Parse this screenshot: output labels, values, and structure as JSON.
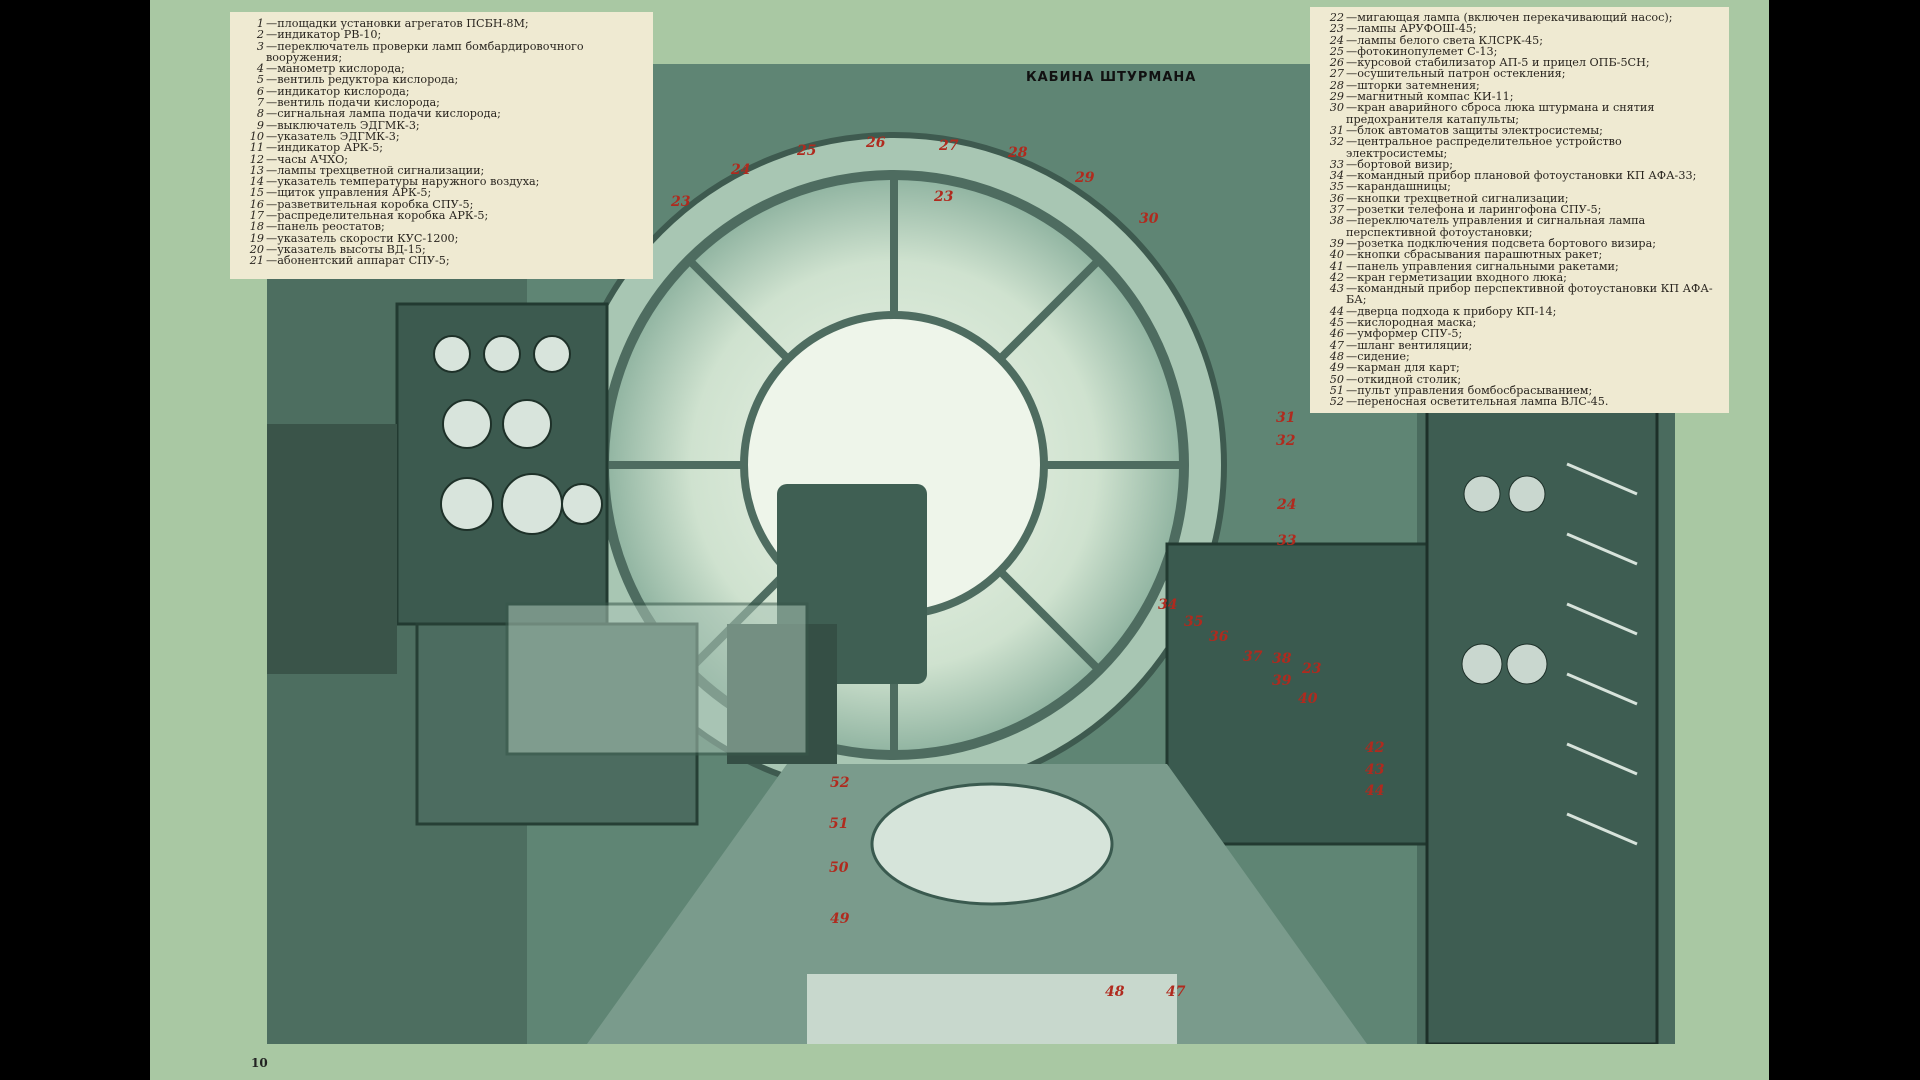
{
  "title": "КАБИНА ШТУРМАНА",
  "page_number": "10",
  "legend_left": [
    {
      "n": "1",
      "t": "—площадки установки агрегатов ПСБН-8М;"
    },
    {
      "n": "2",
      "t": "—индикатор РВ-10;"
    },
    {
      "n": "3",
      "t": "—переключатель проверки ламп бомбардировочного вооружения;"
    },
    {
      "n": "4",
      "t": "—манометр кислорода;"
    },
    {
      "n": "5",
      "t": "—вентиль редуктора кислорода;"
    },
    {
      "n": "6",
      "t": "—индикатор кислорода;"
    },
    {
      "n": "7",
      "t": "—вентиль подачи кислорода;"
    },
    {
      "n": "8",
      "t": "—сигнальная лампа подачи кислорода;"
    },
    {
      "n": "9",
      "t": "—выключатель ЭДГМК-3;"
    },
    {
      "n": "10",
      "t": "—указатель ЭДГМК-3;"
    },
    {
      "n": "11",
      "t": "—индикатор АРК-5;"
    },
    {
      "n": "12",
      "t": "—часы АЧХО;"
    },
    {
      "n": "13",
      "t": "—лампы трехцветной сигнализации;"
    },
    {
      "n": "14",
      "t": "—указатель температуры наружного воздуха;"
    },
    {
      "n": "15",
      "t": "—щиток управления АРК-5;"
    },
    {
      "n": "16",
      "t": "—разветвительная коробка СПУ-5;"
    },
    {
      "n": "17",
      "t": "—распределительная коробка АРК-5;"
    },
    {
      "n": "18",
      "t": "—панель реостатов;"
    },
    {
      "n": "19",
      "t": "—указатель скорости КУС-1200;"
    },
    {
      "n": "20",
      "t": "—указатель высоты ВД-15;"
    },
    {
      "n": "21",
      "t": "—абонентский аппарат СПУ-5;"
    }
  ],
  "legend_right": [
    {
      "n": "22",
      "t": "—мигающая лампа (включен перекачивающий насос);"
    },
    {
      "n": "23",
      "t": "—лампы АРУФОШ-45;"
    },
    {
      "n": "24",
      "t": "—лампы белого света КЛСРК-45;"
    },
    {
      "n": "25",
      "t": "—фотокинопулемет С-13;"
    },
    {
      "n": "26",
      "t": "—курсовой стабилизатор АП-5 и прицел ОПБ-5СН;"
    },
    {
      "n": "27",
      "t": "—осушительный патрон остекления;"
    },
    {
      "n": "28",
      "t": "—шторки затемнения;"
    },
    {
      "n": "29",
      "t": "—магнитный компас КИ-11;"
    },
    {
      "n": "30",
      "t": "—кран аварийного сброса люка штурмана и снятия предохранителя катапульты;"
    },
    {
      "n": "31",
      "t": "—блок автоматов защиты электросистемы;"
    },
    {
      "n": "32",
      "t": "—центральное распределительное устройство электросистемы;"
    },
    {
      "n": "33",
      "t": "—бортовой визир;"
    },
    {
      "n": "34",
      "t": "—командный прибор плановой фотоустановки КП АФА-33;"
    },
    {
      "n": "35",
      "t": "—карандашницы;"
    },
    {
      "n": "36",
      "t": "—кнопки трехцветной сигнализации;"
    },
    {
      "n": "37",
      "t": "—розетки телефона и ларингофона СПУ-5;"
    },
    {
      "n": "38",
      "t": "—переключатель управления и сигнальная лампа перспективной фотоустановки;"
    },
    {
      "n": "39",
      "t": "—розетка подключения подсвета бортового визира;"
    },
    {
      "n": "40",
      "t": "—кнопки сбрасывания парашютных ракет;"
    },
    {
      "n": "41",
      "t": "—панель управления сигнальными ракетами;"
    },
    {
      "n": "42",
      "t": "—кран герметизации входного люка;"
    },
    {
      "n": "43",
      "t": "—командный прибор перспективной фотоустановки КП АФА-БА;"
    },
    {
      "n": "44",
      "t": "—дверца подхода к прибору КП-14;"
    },
    {
      "n": "45",
      "t": "—кислородная маска;"
    },
    {
      "n": "46",
      "t": "—умформер СПУ-5;"
    },
    {
      "n": "47",
      "t": "—шланг вентиляции;"
    },
    {
      "n": "48",
      "t": "—сидение;"
    },
    {
      "n": "49",
      "t": "—карман для карт;"
    },
    {
      "n": "50",
      "t": "—откидной столик;"
    },
    {
      "n": "51",
      "t": "—пульт управления бомбосбрасыванием;"
    },
    {
      "n": "52",
      "t": "—переносная осветительная лампа ВЛС-45."
    }
  ],
  "callouts": [
    "23",
    "24",
    "25",
    "26",
    "27",
    "28",
    "29",
    "30",
    "23",
    "31",
    "32",
    "24",
    "33",
    "34",
    "35",
    "36",
    "37",
    "38",
    "23",
    "39",
    "40",
    "42",
    "43",
    "44",
    "52",
    "51",
    "50",
    "49",
    "48",
    "47"
  ],
  "colors": {
    "callout": "#b02a1e",
    "page": "#a9c8a3",
    "legend_bg": "#efead2"
  }
}
